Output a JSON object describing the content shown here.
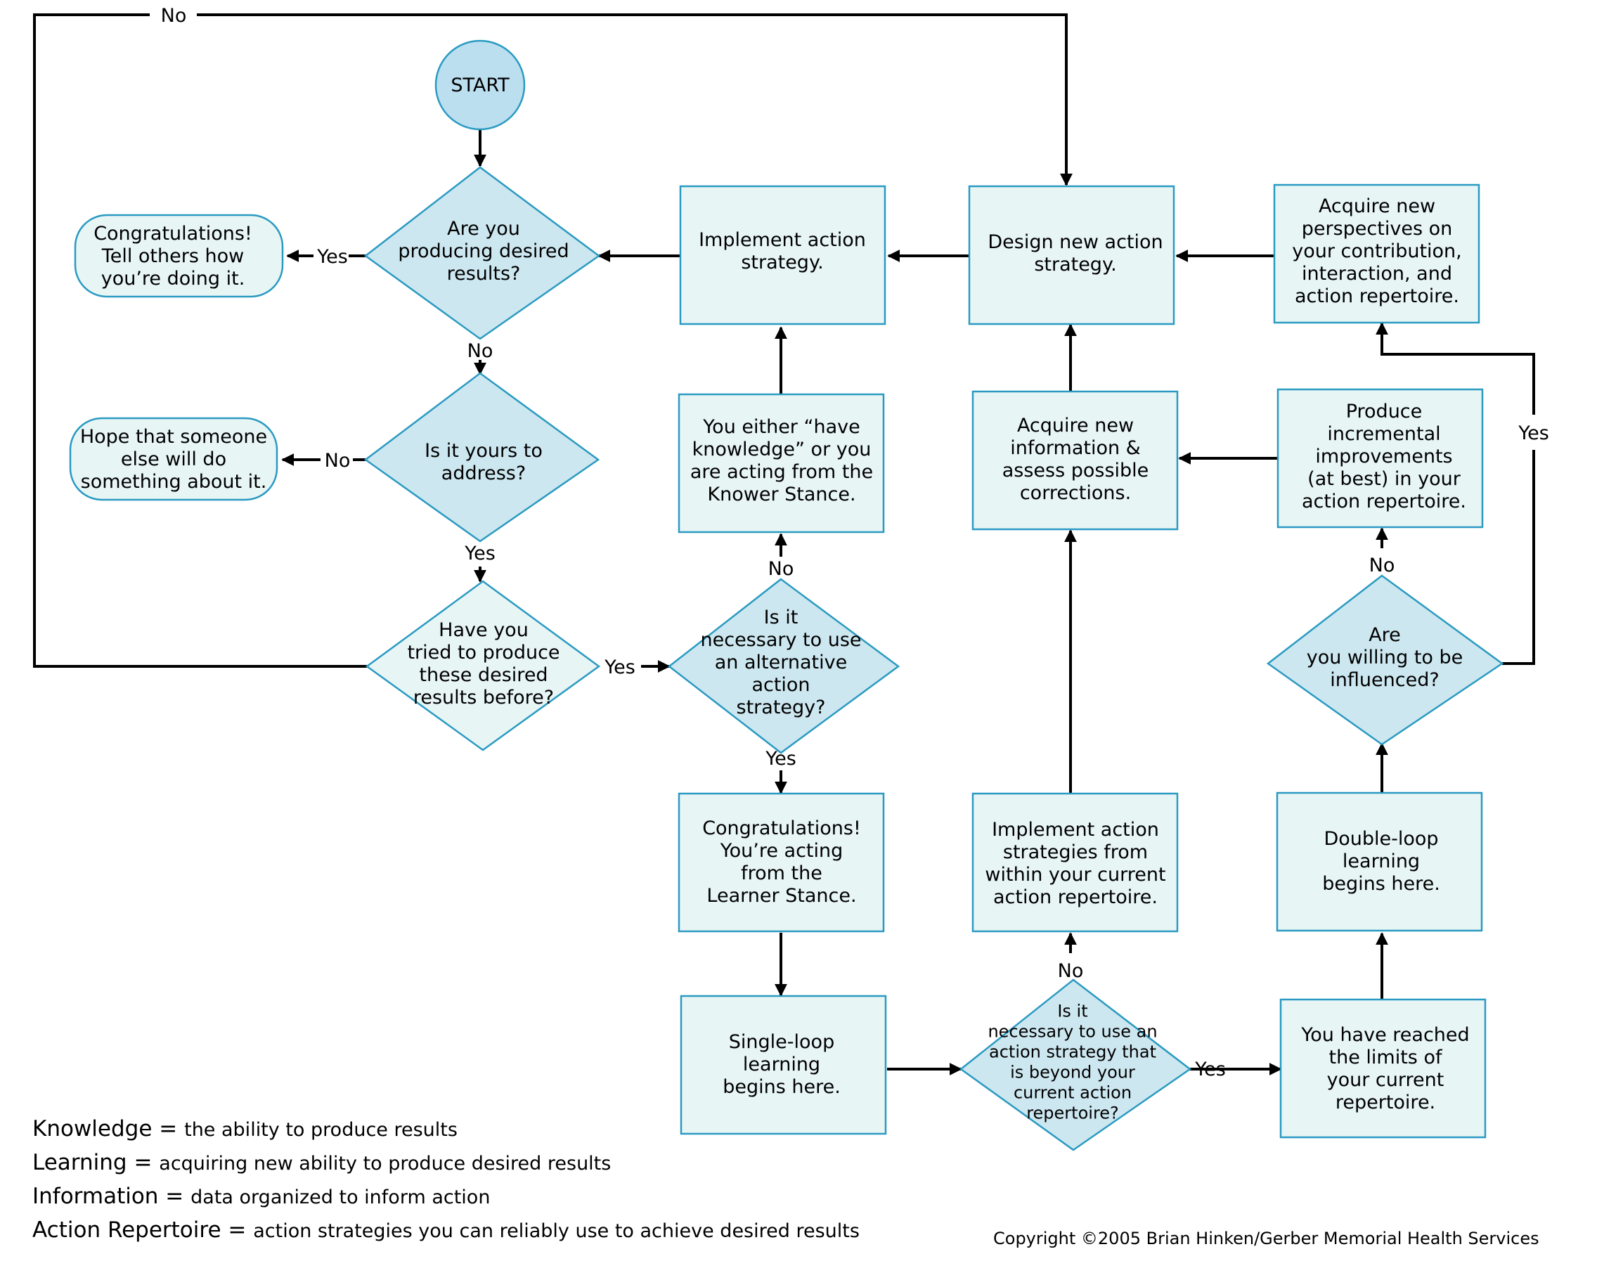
{
  "colors": {
    "box_fill": "#e8f5f5",
    "box_stroke": "#2a9ac2",
    "decision_fill": "#cde7f0",
    "start_fill": "#bcdff0",
    "line": "#000000"
  },
  "nodes": {
    "start": [
      "START"
    ],
    "producing": [
      "Are you",
      "producing desired",
      "results?"
    ],
    "congrats_tell": [
      "Congratulations!",
      "Tell others how",
      "you’re doing it."
    ],
    "yours": [
      "Is it yours to",
      "address?"
    ],
    "hope": [
      "Hope that someone",
      "else will do",
      "something about it."
    ],
    "tried": [
      "Have you",
      "tried to produce",
      "these desired",
      "results before?"
    ],
    "implement": [
      "Implement action",
      "strategy."
    ],
    "knower": [
      "You either “have",
      "knowledge” or you",
      "are acting from the",
      "Knower Stance."
    ],
    "alternative": [
      "Is it",
      "necessary to use",
      "an alternative",
      "action",
      "strategy?"
    ],
    "learner": [
      "Congratulations!",
      "You’re acting",
      "from the",
      "Learner Stance."
    ],
    "single_loop": [
      "Single-loop",
      "learning",
      "begins here."
    ],
    "design": [
      "Design new action",
      "strategy."
    ],
    "acquire_info": [
      "Acquire new",
      "information &",
      "assess possible",
      "corrections."
    ],
    "implement_current": [
      "Implement action",
      "strategies from",
      "within your current",
      "action repertoire."
    ],
    "beyond": [
      "Is it",
      "necessary to use an",
      "action strategy that",
      "is beyond your",
      "current action",
      "repertoire?"
    ],
    "perspectives": [
      "Acquire new",
      "perspectives on",
      "your contribution,",
      "interaction, and",
      "action repertoire."
    ],
    "incremental": [
      "Produce",
      "incremental",
      "improvements",
      "(at best) in your",
      "action repertoire."
    ],
    "influenced": [
      "Are",
      "you willing to be",
      "influenced?"
    ],
    "double_loop": [
      "Double-loop",
      "learning",
      "begins here."
    ],
    "limits": [
      "You have reached",
      "the limits of",
      "your current",
      "repertoire."
    ]
  },
  "edge_labels": {
    "top_loop_no": "No",
    "producing_yes": "Yes",
    "producing_no": "No",
    "yours_no": "No",
    "yours_yes": "Yes",
    "tried_yes": "Yes",
    "alternative_no": "No",
    "alternative_yes": "Yes",
    "beyond_no": "No",
    "beyond_yes": "Yes",
    "influenced_no": "No",
    "influenced_yes": "Yes"
  },
  "legend": [
    {
      "term": "Knowledge",
      "definition": "the ability to produce results"
    },
    {
      "term": "Learning",
      "definition": "acquiring new ability to produce desired results"
    },
    {
      "term": "Information",
      "definition": "data organized to inform action"
    },
    {
      "term": "Action Repertoire",
      "definition": "action strategies you can reliably use to achieve desired results"
    }
  ],
  "copyright": "Copyright ©2005 Brian Hinken/Gerber Memorial Health Services"
}
